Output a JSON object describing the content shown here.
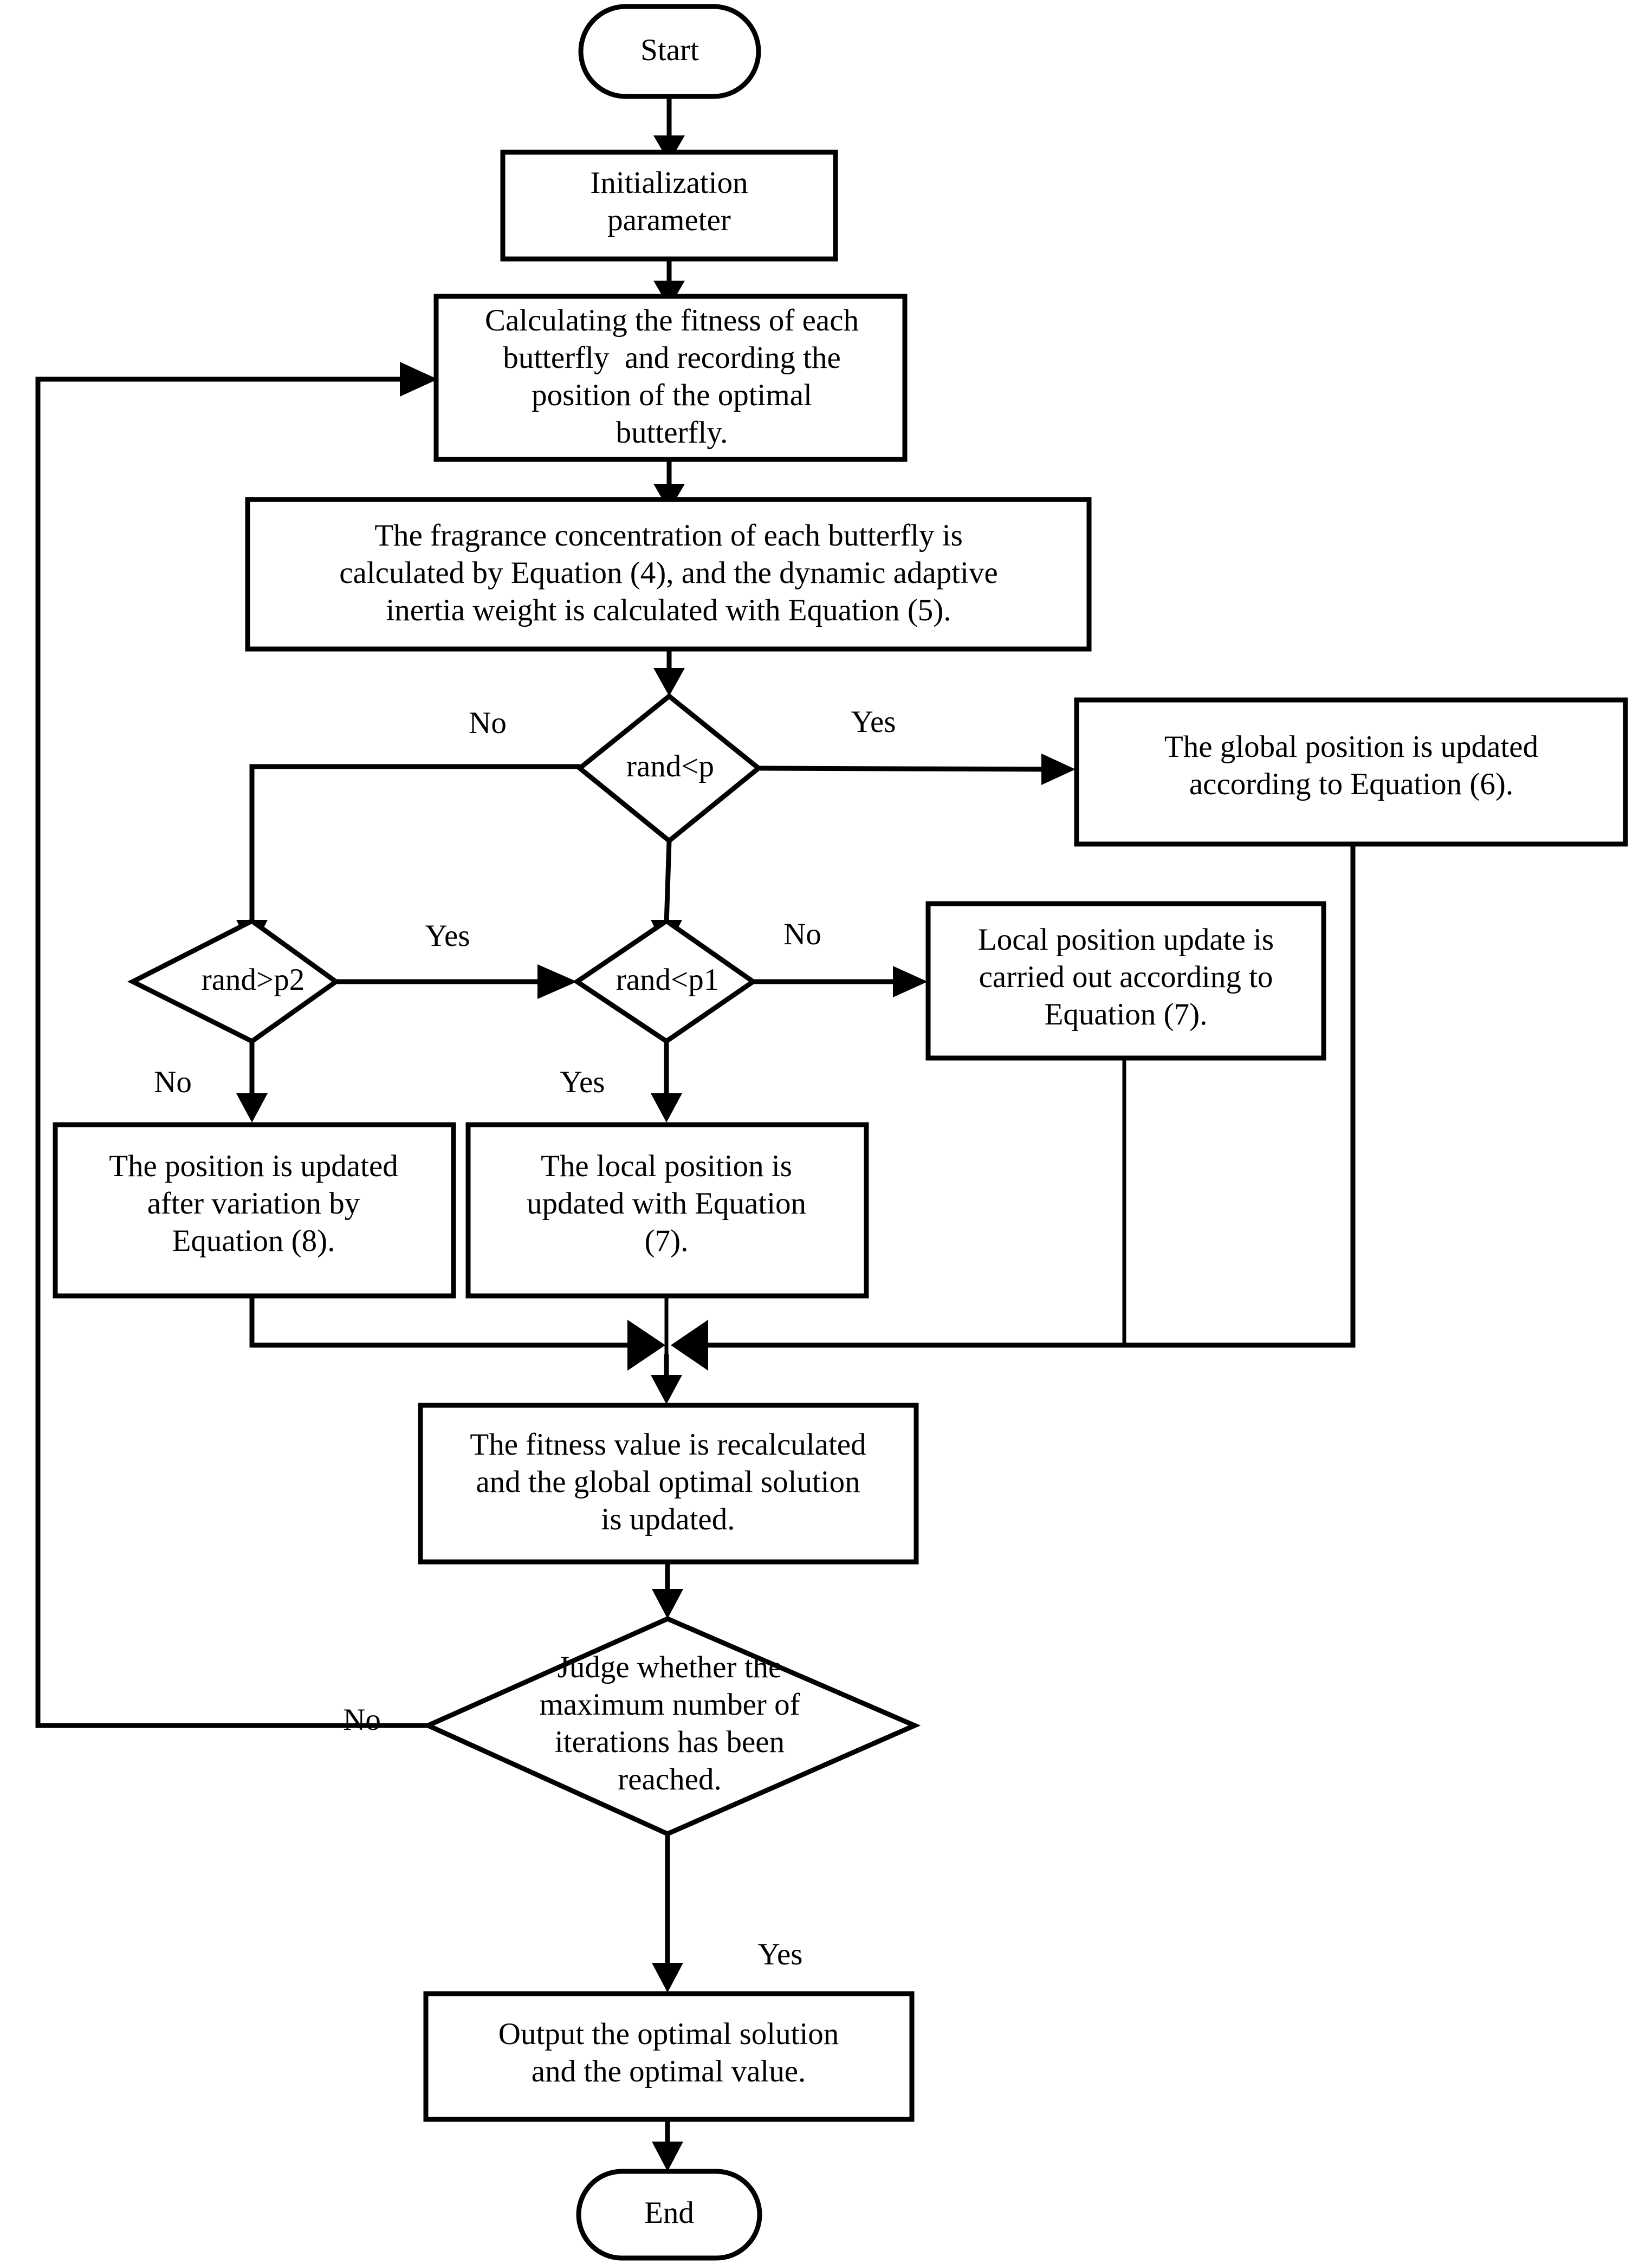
{
  "diagram": {
    "title": "Improved Butterfly Optimization Algorithm Flowchart",
    "nodes": {
      "start": {
        "label": "Start",
        "shape": "terminator"
      },
      "init": {
        "line1": "Initialization",
        "line2": "parameter",
        "shape": "process"
      },
      "calc_fitness": {
        "line1": "Calculating the fitness of each",
        "line2": "butterfly  and recording the",
        "line3": "position of the optimal",
        "line4": "butterfly.",
        "shape": "process"
      },
      "fragrance": {
        "line1": "The fragrance concentration of each butterfly is",
        "line2": "calculated by Equation (4), and the dynamic adaptive",
        "line3": "inertia weight is calculated with Equation (5).",
        "shape": "process"
      },
      "rand_lt_p": {
        "label": "rand<p",
        "shape": "decision"
      },
      "global_update": {
        "line1": "The global position is updated",
        "line2": "according to Equation (6).",
        "shape": "process"
      },
      "rand_gt_p2": {
        "label": "rand>p2",
        "shape": "decision"
      },
      "rand_lt_p1": {
        "label": "rand<p1",
        "shape": "decision"
      },
      "local_update_carried": {
        "line1": "Local position update is",
        "line2": "carried out according to",
        "line3": "Equation (7).",
        "shape": "process"
      },
      "variation_update": {
        "line1": "The position is updated",
        "line2": "after variation by",
        "line3": "Equation (8).",
        "shape": "process"
      },
      "local_update_eq7": {
        "line1": "The local position is",
        "line2": "updated with Equation",
        "line3": "(7).",
        "shape": "process"
      },
      "recalc_fitness": {
        "line1": "The fitness value is recalculated",
        "line2": "and the global optimal solution",
        "line3": "is updated.",
        "shape": "process"
      },
      "judge_iterations": {
        "line1": "Judge whether the",
        "line2": "maximum number of",
        "line3": "iterations has been",
        "line4": "reached.",
        "shape": "decision"
      },
      "output": {
        "line1": "Output the optimal solution",
        "line2": "and the optimal value.",
        "shape": "process"
      },
      "end": {
        "label": "End",
        "shape": "terminator"
      }
    },
    "edge_labels": {
      "rand_lt_p_no": "No",
      "rand_lt_p_yes": "Yes",
      "rand_gt_p2_yes": "Yes",
      "rand_gt_p2_no": "No",
      "rand_lt_p1_no": "No",
      "rand_lt_p1_yes": "Yes",
      "judge_no": "No",
      "judge_yes": "Yes"
    },
    "colors": {
      "stroke": "#000000",
      "fill": "#ffffff",
      "background": "#ffffff"
    }
  }
}
